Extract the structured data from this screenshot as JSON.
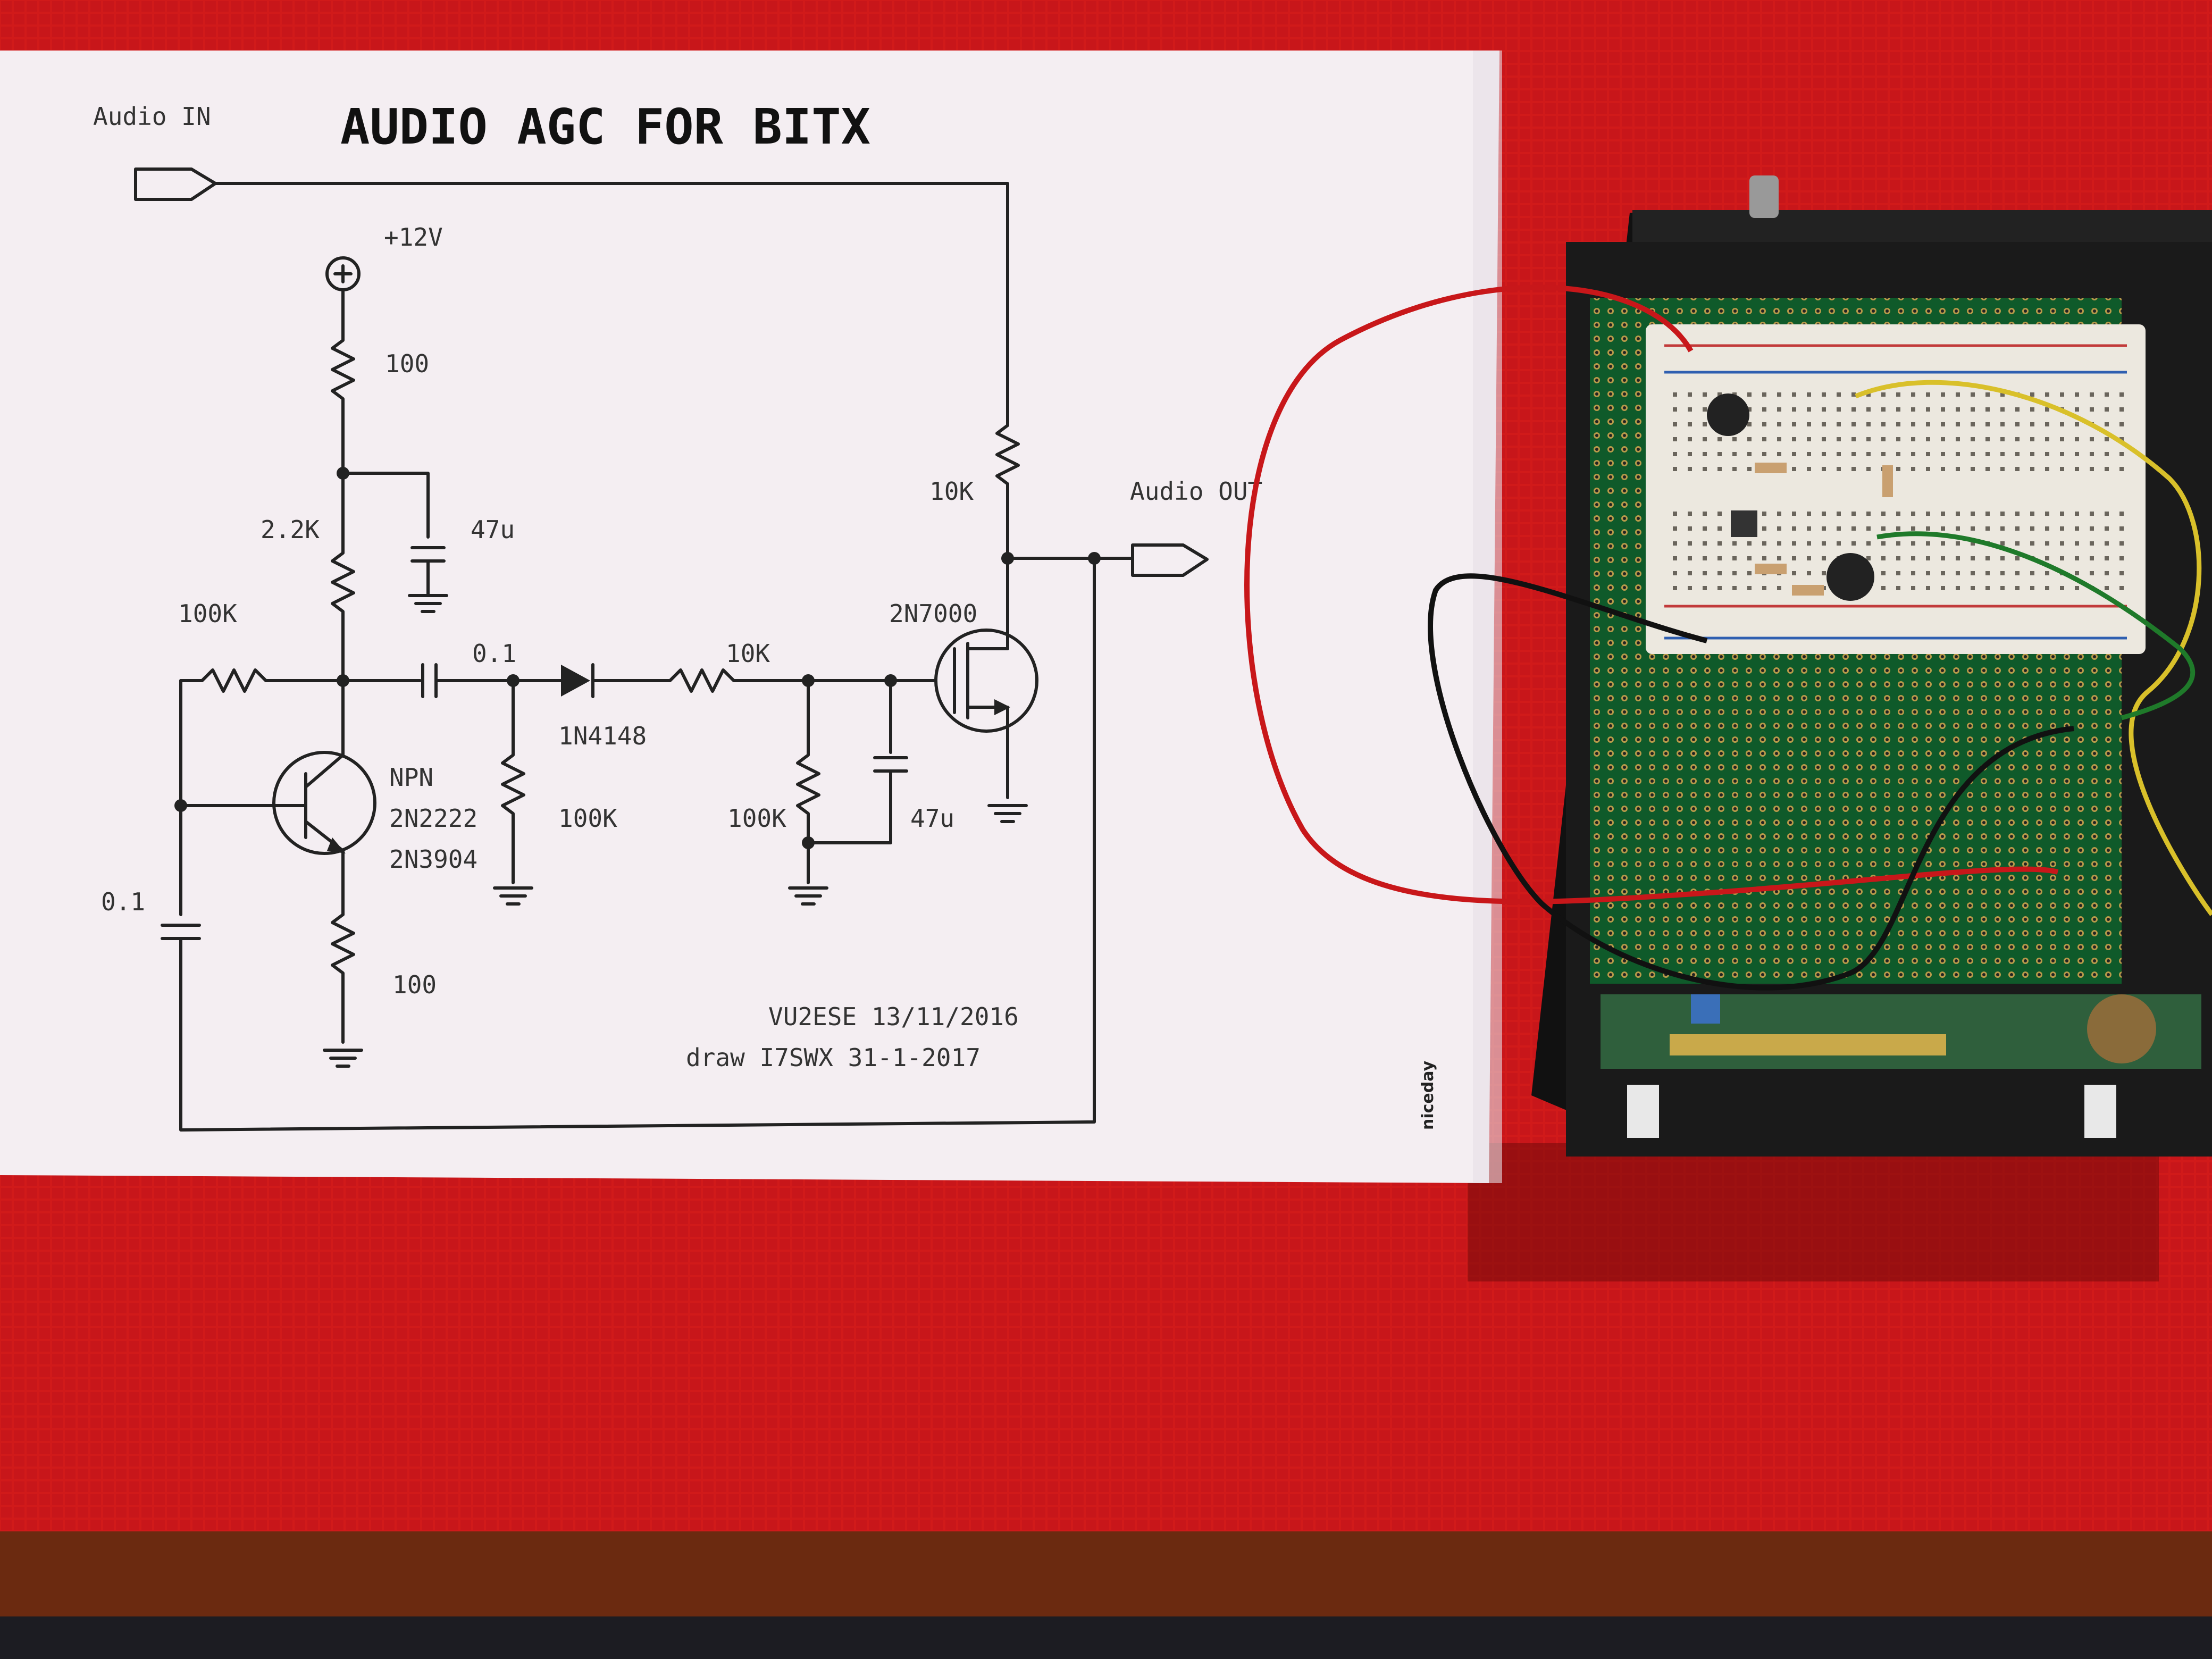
{
  "schematic": {
    "title": "AUDIO AGC FOR BITX",
    "audio_in": "Audio IN",
    "audio_out": "Audio OUT",
    "supply": "+12V",
    "r_top": "100",
    "r_collector": "2.2K",
    "r_feedback": "100K",
    "c_supply": "47u",
    "c_coupling": "0.1",
    "diode": "1N4148",
    "r_diode_shunt": "100K",
    "r_series": "10K",
    "r_gate_shunt": "100K",
    "c_gate": "47u",
    "r_drain": "10K",
    "mosfet": "2N7000",
    "transistor_type": "NPN",
    "transistor_part_1": "2N2222",
    "transistor_part_2": "2N3904",
    "c_base": "0.1",
    "r_emitter": "100",
    "credit_1": "VU2ESE 13/11/2016",
    "credit_2": "draw I7SWX 31-1-2017"
  },
  "watermark": "niceday",
  "colors": {
    "table_mat": "#d11a1a",
    "paper": "#f4eef2",
    "wood": "#6b2a10",
    "pcb": "#0f5a2a",
    "enclosure": "#1a1a1a",
    "breadboard": "#ece8df"
  }
}
